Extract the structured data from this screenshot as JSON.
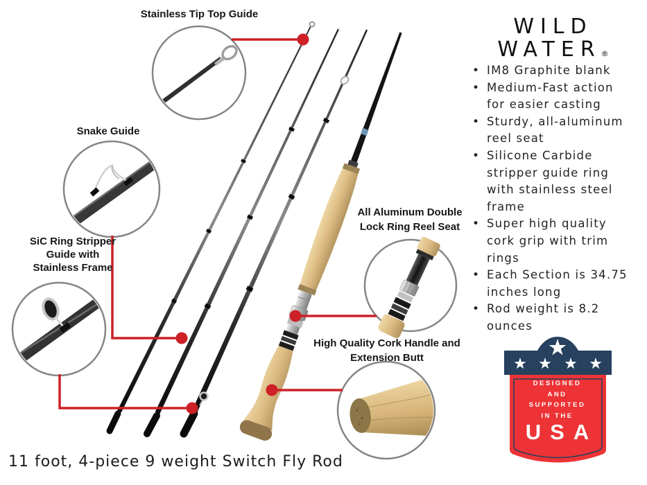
{
  "caption": "11 foot, 4-piece 9 weight Switch Fly Rod",
  "brand": {
    "name_line1": "WILD",
    "name_line2": "WATER",
    "registered_mark": "®"
  },
  "callouts": {
    "tip_top": {
      "label": "Stainless Tip Top Guide"
    },
    "snake": {
      "label": "Snake Guide"
    },
    "stripper": {
      "label": "SiC Ring Stripper\nGuide with\nStainless Frame"
    },
    "reel_seat": {
      "label": "All Aluminum Double\nLock Ring Reel Seat"
    },
    "cork": {
      "label": "High Quality Cork Handle and\nExtension Butt"
    }
  },
  "features": [
    "IM8 Graphite blank",
    "Medium-Fast action\nfor easier casting",
    "Sturdy, all-aluminum\nreel seat",
    "Silicone Carbide\nstripper guide ring\nwith stainless steel\nframe",
    "Super high quality\ncork grip with trim\nrings",
    "Each Section is 34.75\ninches long",
    "Rod weight is 8.2\nounces"
  ],
  "badge": {
    "text": "DESIGNED\nAND\nSUPPORTED\nIN THE",
    "country": "USA"
  },
  "colors": {
    "connector_red": "#ce2027",
    "badge_red": "#ed3335",
    "badge_navy": "#27415f",
    "circle_stroke": "#858585",
    "cork_tan": "#d9b87e"
  }
}
